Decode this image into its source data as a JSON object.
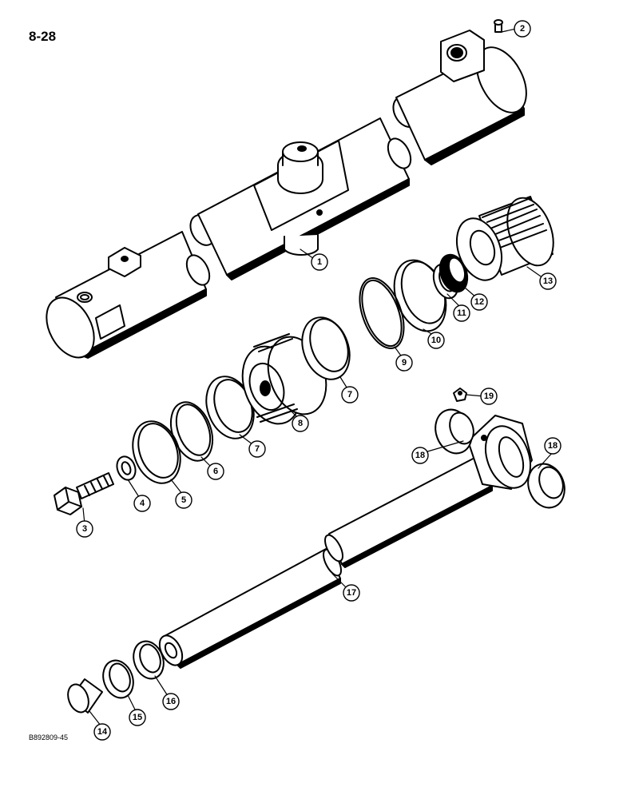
{
  "page": {
    "page_number": "8-28",
    "drawing_code": "B892809-45"
  },
  "colors": {
    "ink": "#000000",
    "paper": "#ffffff",
    "shade": "#000000"
  },
  "parts": [
    {
      "ref": "1"
    },
    {
      "ref": "2"
    },
    {
      "ref": "3"
    },
    {
      "ref": "4"
    },
    {
      "ref": "5"
    },
    {
      "ref": "6"
    },
    {
      "ref": "7a",
      "label": "7"
    },
    {
      "ref": "7b",
      "label": "7"
    },
    {
      "ref": "8"
    },
    {
      "ref": "9"
    },
    {
      "ref": "10"
    },
    {
      "ref": "11"
    },
    {
      "ref": "12"
    },
    {
      "ref": "13"
    },
    {
      "ref": "14"
    },
    {
      "ref": "15"
    },
    {
      "ref": "16"
    },
    {
      "ref": "17"
    },
    {
      "ref": "18a",
      "label": "18"
    },
    {
      "ref": "18b",
      "label": "18"
    },
    {
      "ref": "19"
    }
  ],
  "callouts": {
    "c1": "1",
    "c2": "2",
    "c3": "3",
    "c4": "4",
    "c5": "5",
    "c6": "6",
    "c7a": "7",
    "c7b": "7",
    "c8": "8",
    "c9": "9",
    "c10": "10",
    "c11": "11",
    "c12": "12",
    "c13": "13",
    "c14": "14",
    "c15": "15",
    "c16": "16",
    "c17": "17",
    "c18a": "18",
    "c18b": "18",
    "c19": "19"
  }
}
